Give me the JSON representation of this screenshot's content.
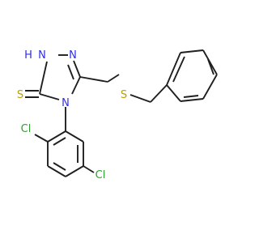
{
  "molecule": {
    "atoms": [
      {
        "id": "H",
        "label": "H",
        "color": "#2f2fe8"
      },
      {
        "id": "N1",
        "label": "N",
        "color": "#2f2fe8"
      },
      {
        "id": "N2",
        "label": "N",
        "color": "#2f2fe8"
      },
      {
        "id": "N4",
        "label": "N",
        "color": "#2f2fe8"
      },
      {
        "id": "S_thione",
        "label": "S",
        "color": "#b8a100"
      },
      {
        "id": "S_thioether",
        "label": "S",
        "color": "#b8a100"
      },
      {
        "id": "Cl_top",
        "label": "Cl",
        "color": "#2f9e2f"
      },
      {
        "id": "Cl_bottom",
        "label": "Cl",
        "color": "#2f9e2f"
      }
    ],
    "bond_color": "#1f1f1f"
  }
}
